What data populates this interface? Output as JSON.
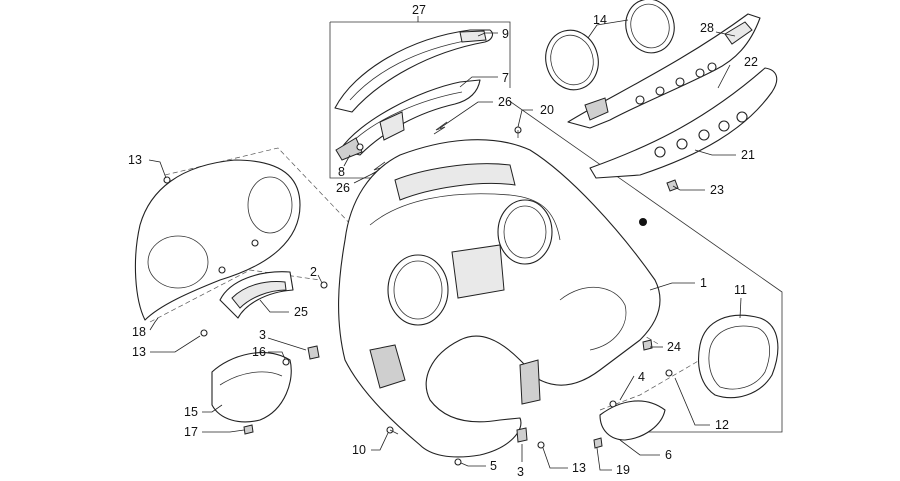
{
  "diagram": {
    "callouts": {
      "c1": "1",
      "c2": "2",
      "c3a": "3",
      "c3b": "3",
      "c4": "4",
      "c5": "5",
      "c6": "6",
      "c7": "7",
      "c8": "8",
      "c9": "9",
      "c10": "10",
      "c11": "11",
      "c12": "12",
      "c13a": "13",
      "c13b": "13",
      "c13c": "13",
      "c14": "14",
      "c15": "15",
      "c16": "16",
      "c17": "17",
      "c18": "18",
      "c19": "19",
      "c20": "20",
      "c21": "21",
      "c22": "22",
      "c23": "23",
      "c24": "24",
      "c25": "25",
      "c26a": "26",
      "c26b": "26",
      "c27": "27",
      "c28": "28"
    }
  }
}
